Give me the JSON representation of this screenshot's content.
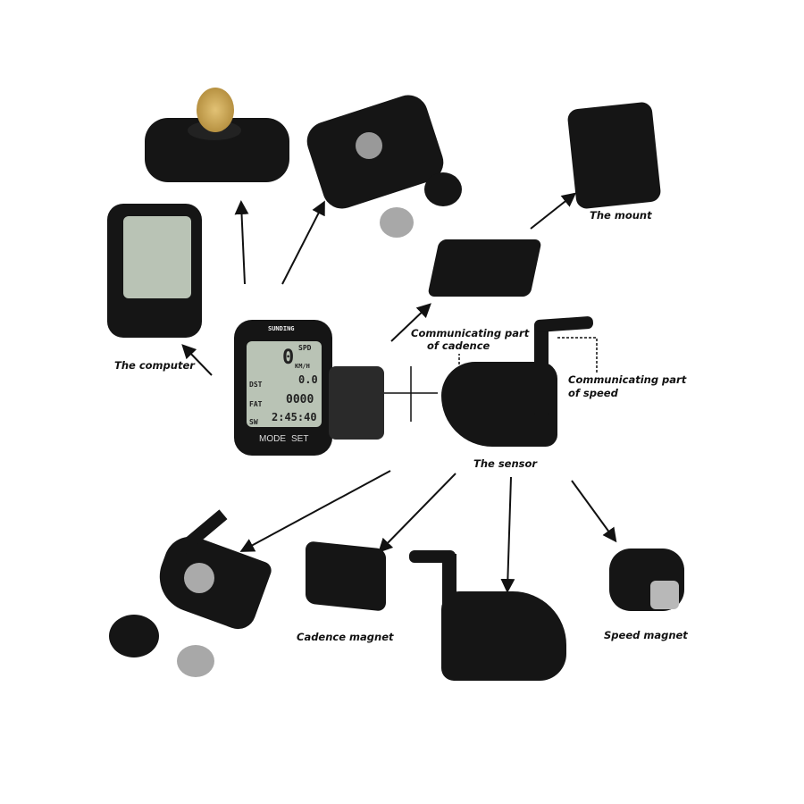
{
  "labels": {
    "computer": "The computer",
    "mount": "The mount",
    "cadence_comm": "Communicating part\nof cadence",
    "cadence_comm_1": "Communicating part",
    "cadence_comm_2": "of cadence",
    "speed_comm_1": "Communicating part",
    "speed_comm_2": "of speed",
    "sensor": "The sensor",
    "cadence_magnet": "Cadence magnet",
    "speed_magnet": "Speed magnet"
  },
  "computer_display": {
    "brand": "SUNDING",
    "spd": "SPD",
    "speed_value": "0",
    "unit": "KM/H",
    "dst": "DST",
    "dst_value": "0.0",
    "fat": "FAT",
    "fat_value": "0000",
    "sw": "SW",
    "sw_value": "2:45:40",
    "mode_button": "MODE",
    "set_button": "SET"
  },
  "colors": {
    "product": "#151515",
    "lcd": "#b9c3b5",
    "coin": "#c8a24a",
    "battery": "#a8a8a8"
  }
}
